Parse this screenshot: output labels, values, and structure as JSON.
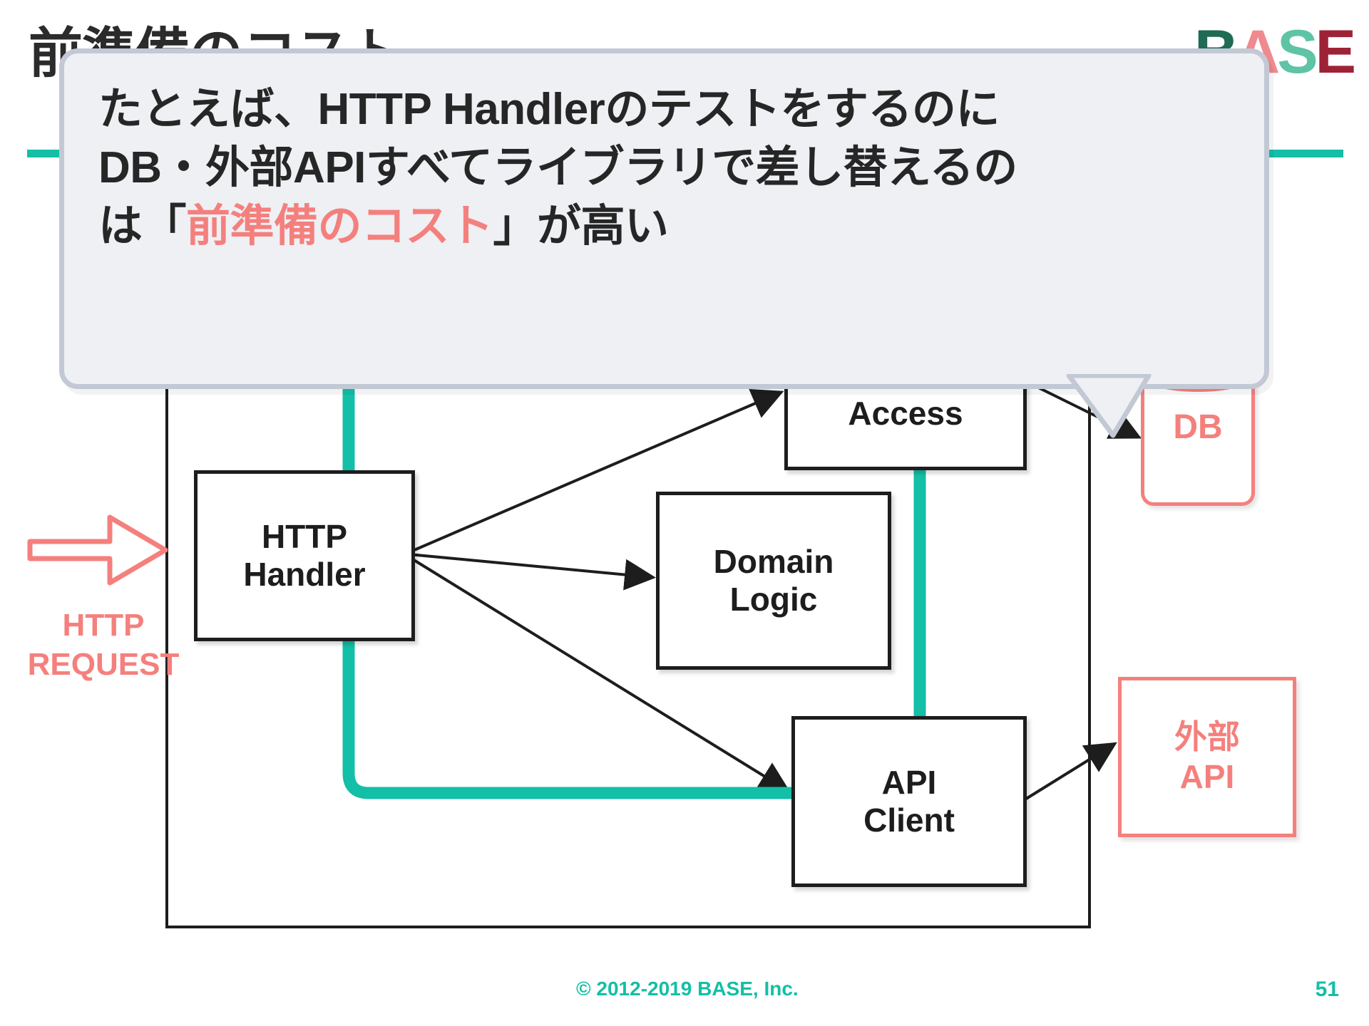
{
  "slide": {
    "title": "前準備のコスト",
    "page_number": "51",
    "copyright": "© 2012-2019 BASE, Inc.",
    "rule_color": "#13bfa6"
  },
  "brand": {
    "letters": [
      {
        "char": "B",
        "color": "#1f6b55"
      },
      {
        "char": "A",
        "color": "#ef8a8f"
      },
      {
        "char": "S",
        "color": "#5fc3a6"
      },
      {
        "char": "E",
        "color": "#9e2236"
      }
    ]
  },
  "callout": {
    "line1_plain": "たとえば、HTTP Handlerのテストをするのに",
    "line2_plain": "DB・外部APIすべてライブラリで差し替えるの",
    "line3_prefix": "は「",
    "line3_highlight": "前準備のコスト",
    "line3_suffix": "」が高い",
    "highlight_color": "#f4807d",
    "background": "#eef0f4",
    "border_color": "#c2c9d4"
  },
  "diagram": {
    "request_label": "HTTP\nREQUEST",
    "request_label_line1": "HTTP",
    "request_label_line2": "REQUEST",
    "request_color": "#f4807d",
    "test_path_color": "#13bfa6",
    "nodes": [
      {
        "id": "http-handler",
        "line1": "HTTP",
        "line2": "Handler",
        "style": "black"
      },
      {
        "id": "data-access",
        "line1": "Access",
        "line2": "",
        "style": "black"
      },
      {
        "id": "domain-logic",
        "line1": "Domain",
        "line2": "Logic",
        "style": "black"
      },
      {
        "id": "api-client",
        "line1": "API",
        "line2": "Client",
        "style": "black"
      },
      {
        "id": "db",
        "line1": "DB",
        "line2": "",
        "style": "red-cylinder"
      },
      {
        "id": "external-api",
        "line1": "外部",
        "line2": "API",
        "style": "red-box"
      }
    ],
    "edges": [
      {
        "from": "http-handler",
        "to": "data-access"
      },
      {
        "from": "http-handler",
        "to": "domain-logic"
      },
      {
        "from": "http-handler",
        "to": "api-client"
      },
      {
        "from": "data-access",
        "to": "db"
      },
      {
        "from": "api-client",
        "to": "external-api"
      }
    ]
  }
}
